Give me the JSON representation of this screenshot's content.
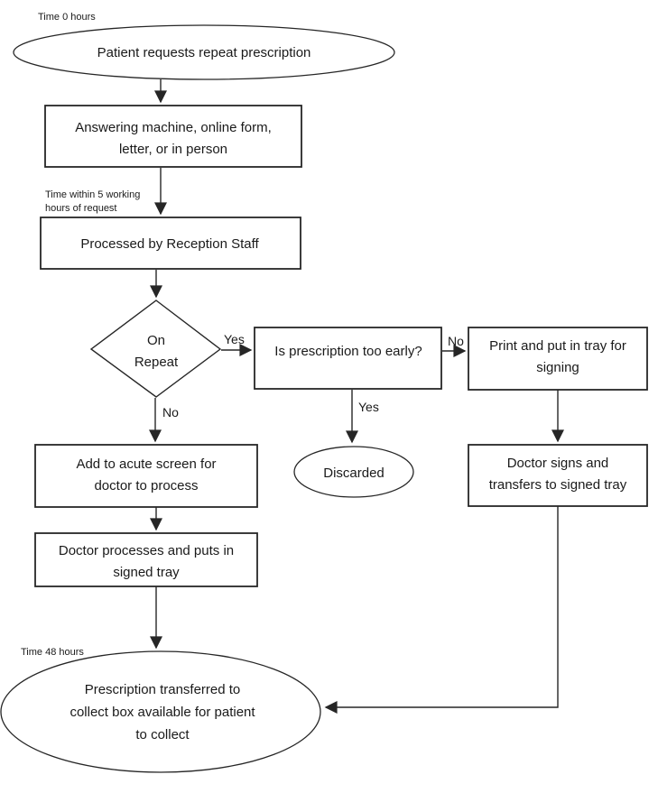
{
  "canvas": {
    "background": "#ffffff",
    "stroke_color": "#262626",
    "text_color": "#1a1a1a"
  },
  "annotations": {
    "time_0": "Time 0 hours",
    "time_5_line1": "Time within 5 working",
    "time_5_line2": "hours of request",
    "time_48": "Time 48 hours"
  },
  "nodes": {
    "start": {
      "shape": "ellipse",
      "text": "Patient requests repeat prescription"
    },
    "request_channel": {
      "shape": "rect",
      "line1": "Answering machine, online form,",
      "line2": "letter, or in person"
    },
    "reception": {
      "shape": "rect",
      "text": "Processed by Reception Staff"
    },
    "on_repeat": {
      "shape": "diamond",
      "line1": "On",
      "line2": "Repeat"
    },
    "too_early": {
      "shape": "rect",
      "text": "Is prescription too early?"
    },
    "print_tray": {
      "shape": "rect",
      "line1": "Print and put in tray for",
      "line2": "signing"
    },
    "doctor_signs": {
      "shape": "rect",
      "line1": "Doctor signs and",
      "line2": "transfers to signed tray"
    },
    "discarded": {
      "shape": "ellipse",
      "text": "Discarded"
    },
    "acute_screen": {
      "shape": "rect",
      "line1": "Add to acute screen for",
      "line2": "doctor to process"
    },
    "doctor_processes": {
      "shape": "rect",
      "line1": "Doctor processes and puts in",
      "line2": "signed tray"
    },
    "collect_box": {
      "shape": "ellipse",
      "line1": "Prescription transferred to",
      "line2": "collect box available for patient",
      "line3": "to collect"
    }
  },
  "edge_labels": {
    "on_repeat_yes": "Yes",
    "on_repeat_no": "No",
    "too_early_no": "No",
    "too_early_yes": "Yes"
  }
}
